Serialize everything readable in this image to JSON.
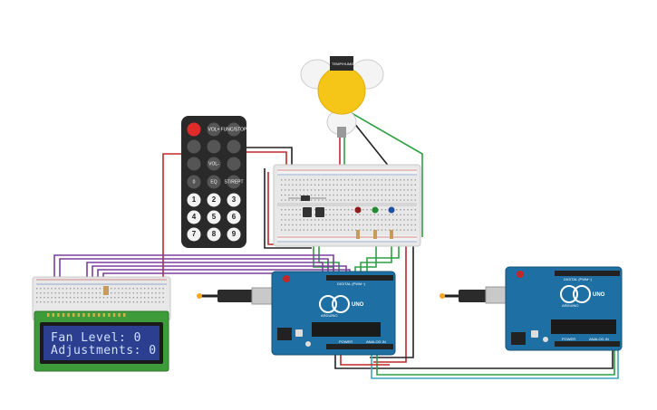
{
  "lcd": {
    "line1": "Fan Level: 0",
    "line2": "Adjustments: 0"
  },
  "sensor": {
    "label": "TEMP/HUMIDITY"
  },
  "remote": {
    "top_row": [
      "",
      "VOL+",
      "FUNC/STOP"
    ],
    "nav_row": [
      "",
      "",
      ""
    ],
    "arrow_row": [
      "",
      "VOL-",
      ""
    ],
    "mid_row": [
      "0",
      "EQ",
      "ST/REPT"
    ],
    "digits": [
      "1",
      "2",
      "3",
      "4",
      "5",
      "6",
      "7",
      "8",
      "9"
    ]
  },
  "arduino_left": {
    "brand": "ARDUINO",
    "model": "UNO",
    "header_label": "DIGITAL (PWM~)",
    "power_label": "POWER",
    "analog_label": "ANALOG IN"
  },
  "arduino_right": {
    "brand": "ARDUINO",
    "model": "UNO",
    "header_label": "DIGITAL (PWM~)",
    "power_label": "POWER",
    "analog_label": "ANALOG IN"
  },
  "colors": {
    "board_blue": "#1e6fa3",
    "wire_red": "#c0282a",
    "wire_black": "#222222",
    "wire_green": "#2ea043",
    "wire_purple": "#7a3f9e",
    "wire_teal": "#3aa6b9",
    "lcd_green": "#3d9b3a",
    "lcd_screen": "#2c3e8f",
    "breadboard": "#e8e8e8"
  }
}
